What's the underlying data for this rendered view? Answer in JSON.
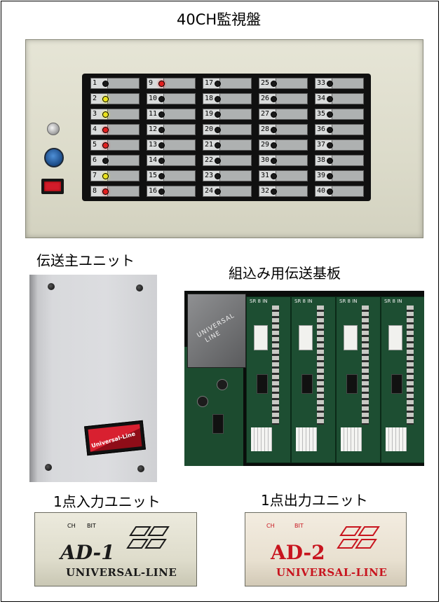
{
  "captions": {
    "top": "40CH監視盤",
    "main_unit": "伝送主ユニット",
    "board": "組込み用伝送基板",
    "input_unit": "1点入力ユニット",
    "output_unit": "1点出力ユニット"
  },
  "panel": {
    "channels": [
      {
        "n": "1",
        "lamp": "off"
      },
      {
        "n": "2",
        "lamp": "yellow"
      },
      {
        "n": "3",
        "lamp": "yellow"
      },
      {
        "n": "4",
        "lamp": "red"
      },
      {
        "n": "5",
        "lamp": "red"
      },
      {
        "n": "6",
        "lamp": "off"
      },
      {
        "n": "7",
        "lamp": "yellow"
      },
      {
        "n": "8",
        "lamp": "red"
      },
      {
        "n": "9",
        "lamp": "red"
      },
      {
        "n": "10",
        "lamp": "off"
      },
      {
        "n": "11",
        "lamp": "off"
      },
      {
        "n": "12",
        "lamp": "off"
      },
      {
        "n": "13",
        "lamp": "off"
      },
      {
        "n": "14",
        "lamp": "off"
      },
      {
        "n": "15",
        "lamp": "off"
      },
      {
        "n": "16",
        "lamp": "off"
      },
      {
        "n": "17",
        "lamp": "off"
      },
      {
        "n": "18",
        "lamp": "off"
      },
      {
        "n": "19",
        "lamp": "off"
      },
      {
        "n": "20",
        "lamp": "off"
      },
      {
        "n": "21",
        "lamp": "off"
      },
      {
        "n": "22",
        "lamp": "off"
      },
      {
        "n": "23",
        "lamp": "off"
      },
      {
        "n": "24",
        "lamp": "off"
      },
      {
        "n": "25",
        "lamp": "off"
      },
      {
        "n": "26",
        "lamp": "off"
      },
      {
        "n": "27",
        "lamp": "off"
      },
      {
        "n": "28",
        "lamp": "off"
      },
      {
        "n": "29",
        "lamp": "off"
      },
      {
        "n": "30",
        "lamp": "off"
      },
      {
        "n": "31",
        "lamp": "off"
      },
      {
        "n": "32",
        "lamp": "off"
      },
      {
        "n": "33",
        "lamp": "off"
      },
      {
        "n": "34",
        "lamp": "off"
      },
      {
        "n": "35",
        "lamp": "off"
      },
      {
        "n": "36",
        "lamp": "off"
      },
      {
        "n": "37",
        "lamp": "off"
      },
      {
        "n": "38",
        "lamp": "off"
      },
      {
        "n": "39",
        "lamp": "off"
      },
      {
        "n": "40",
        "lamp": "off"
      }
    ]
  },
  "main_unit": {
    "brand_text": "Universal-Line"
  },
  "board": {
    "box_text_1": "UNIVERSAL",
    "box_text_2": "LINE",
    "slot_labels": [
      "SR 8 IN",
      "SR 8 IN",
      "SR 8 IN",
      "SR 8 IN"
    ]
  },
  "ad1": {
    "ch": "CH",
    "bit": "BIT",
    "model": "AD-1",
    "maker": "UNIVERSAL-LINE",
    "color": "#1a1a1a"
  },
  "ad2": {
    "ch": "CH",
    "bit": "BIT",
    "model": "AD-2",
    "maker": "UNIVERSAL-LINE",
    "color": "#c8141e"
  }
}
